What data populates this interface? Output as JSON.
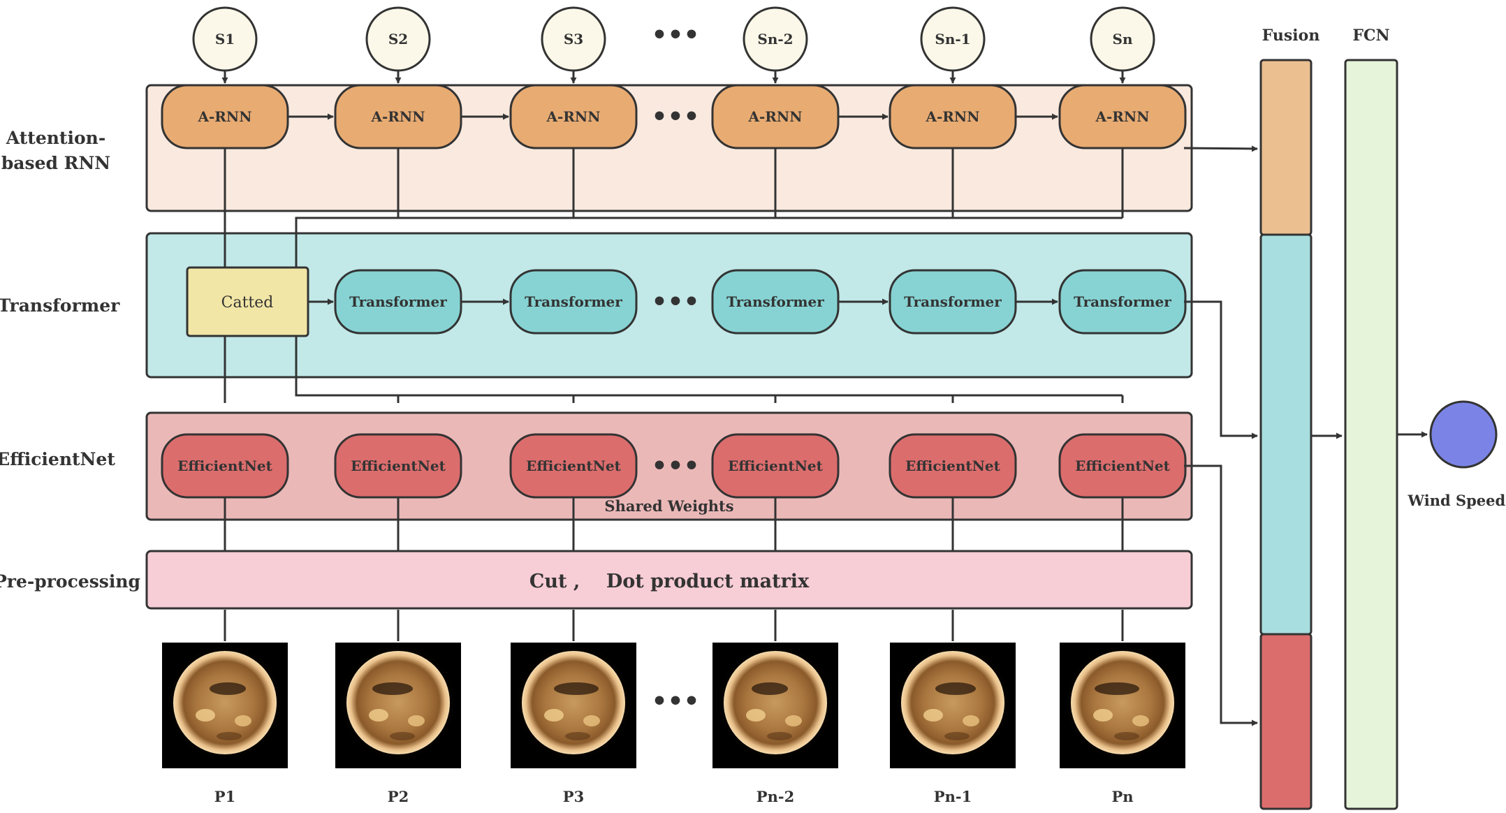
{
  "row_labels": {
    "attention": [
      "Attention-",
      "based RNN"
    ],
    "transformer": "Transformer",
    "efficientnet": "EfficientNet",
    "preprocessing": "Pre-processing"
  },
  "states": [
    "S1",
    "S2",
    "S3",
    "Sn-2",
    "Sn-1",
    "Sn"
  ],
  "rnn_label": "A-RNN",
  "catted_label": "Catted",
  "transformer_label": "Transformer",
  "efficientnet_label": "EfficientNet",
  "shared_weights": "Shared Weights",
  "preprocess_text": "Cut ,    Dot product matrix",
  "images": [
    "P1",
    "P2",
    "P3",
    "Pn-2",
    "Pn-1",
    "Pn"
  ],
  "ellipsis": "•••",
  "fusion_title": "Fusion",
  "fcn_title": "FCN",
  "output_label": "Wind Speed i",
  "colors": {
    "attention_band": "#f9e9df",
    "rnn_node": "#e8ab72",
    "transformer_band": "#c2e8e8",
    "transformer_node": "#87d3d3",
    "catted": "#f2e6a6",
    "efficient_band": "#ebb8b8",
    "efficient_node": "#dc6d6d",
    "preprocess_band": "#f7cdd6",
    "state_circle": "#fbf8e9",
    "fusion_top": "#ecbf91",
    "fusion_mid": "#a8dedf",
    "fusion_bottom": "#dc6d6d",
    "fcn": "#e6f4da",
    "output": "#7b84e6",
    "line": "#333333"
  }
}
